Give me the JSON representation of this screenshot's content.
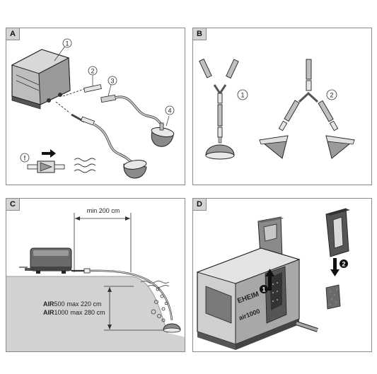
{
  "panels": {
    "a": {
      "label": "A",
      "callouts": [
        "1",
        "2",
        "3",
        "4"
      ],
      "inline_marker": "!"
    },
    "b": {
      "label": "B",
      "callouts": [
        "1",
        "2"
      ]
    },
    "c": {
      "label": "C",
      "dimension_label": "min 200 cm",
      "model_lines": [
        {
          "model_bold": "AIR",
          "model_num": "500",
          "depth": "max 220 cm"
        },
        {
          "model_bold": "AIR",
          "model_num": "1000",
          "depth": "max 280 cm"
        }
      ]
    },
    "d": {
      "label": "D",
      "step_markers": [
        "1",
        "2"
      ],
      "brand_text": "EHEIM",
      "model_text": "air1000"
    }
  }
}
